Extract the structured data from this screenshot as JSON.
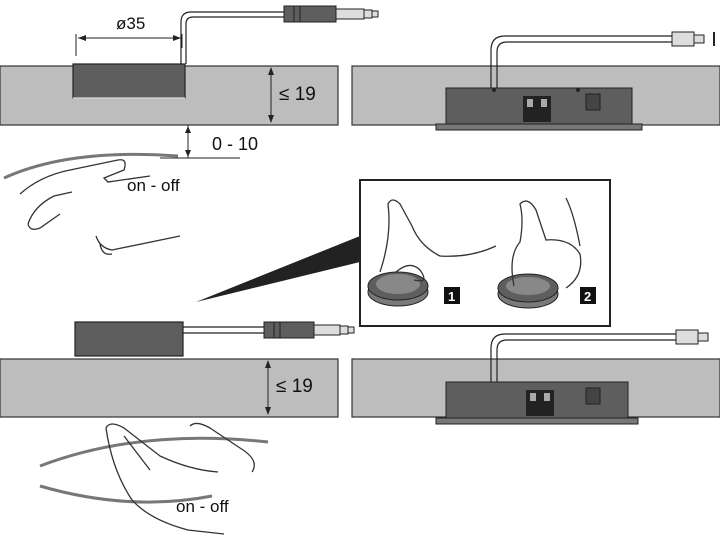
{
  "labels": {
    "diameter": "ø35",
    "max_thickness_top": "≤ 19",
    "gap_range": "0 - 10",
    "switch_top": "on - off",
    "max_thickness_bottom": "≤ 19",
    "switch_bottom": "on - off"
  },
  "steps": {
    "step1": "1",
    "step2": "2"
  },
  "colors": {
    "panel": "#bdbdbd",
    "device": "#5e5e5e",
    "line": "#222222"
  }
}
